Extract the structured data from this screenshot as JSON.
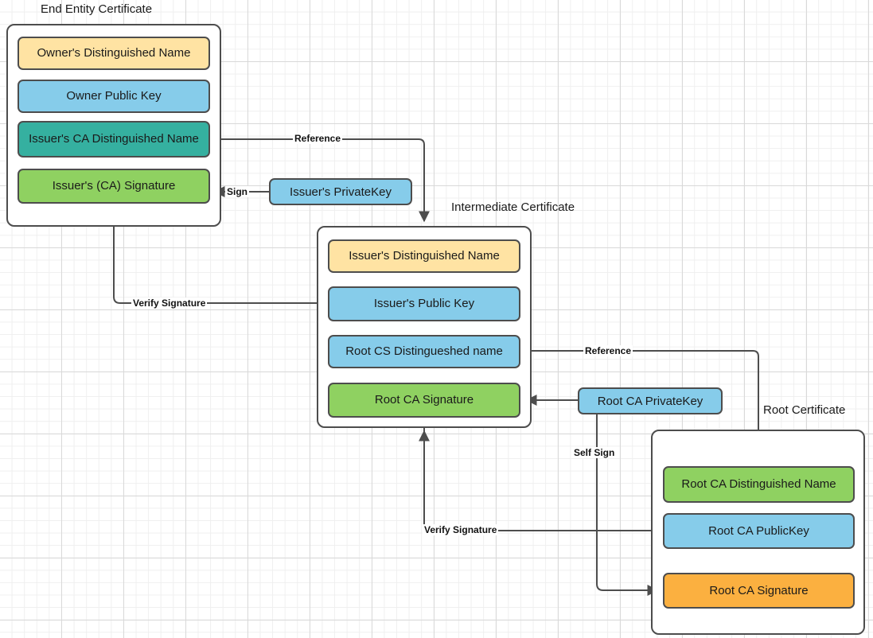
{
  "diagram": {
    "title_hidden": "X.509 Certificate Chain of Trust",
    "background": "#ffffff",
    "grid_minor_color": "#efefef",
    "grid_major_color": "#d9d9d9",
    "stroke_color": "#4d4d4d"
  },
  "colors": {
    "yellow": "#ffe3a3",
    "blue": "#86ccea",
    "teal": "#35b0a0",
    "green": "#92d050",
    "green_light": "#8fd161",
    "orange": "#fbb040"
  },
  "certificates": [
    {
      "id": "end-entity",
      "title": "End Entity Certificate",
      "fields": [
        {
          "label": "Owner's Distinguished Name",
          "color": "#ffe3a3"
        },
        {
          "label": "Owner Public  Key",
          "color": "#86ccea"
        },
        {
          "label": "Issuer's CA Distinguished Name",
          "color": "#35b0a0"
        },
        {
          "label": "Issuer's (CA) Signature",
          "color": "#8fd161"
        }
      ]
    },
    {
      "id": "intermediate",
      "title": "Intermediate Certificate",
      "fields": [
        {
          "label": "Issuer's Distinguished Name",
          "color": "#ffe3a3"
        },
        {
          "label": "Issuer's Public  Key",
          "color": "#86ccea"
        },
        {
          "label": "Root CS Distingueshed name",
          "color": "#86ccea"
        },
        {
          "label": "Root CA Signature",
          "color": "#8fd161"
        }
      ]
    },
    {
      "id": "root",
      "title": "Root Certificate",
      "fields": [
        {
          "label": "Root CA Distinguished Name",
          "color": "#8fd161"
        },
        {
          "label": "Root CA PublicKey",
          "color": "#86ccea"
        },
        {
          "label": "Root CA Signature",
          "color": "#fbb040"
        }
      ]
    }
  ],
  "keys": [
    {
      "id": "issuer-private-key",
      "label": "Issuer's PrivateKey",
      "color": "#86ccea"
    },
    {
      "id": "root-ca-private-key",
      "label": "Root CA PrivateKey",
      "color": "#86ccea"
    }
  ],
  "edges": [
    {
      "id": "reference-end-to-intermediate",
      "label": "Reference"
    },
    {
      "id": "sign-end-entity",
      "label": "Sign"
    },
    {
      "id": "verify-signature-end-entity",
      "label": "Verify Signature"
    },
    {
      "id": "reference-intermediate-to-root",
      "label": "Reference"
    },
    {
      "id": "self-sign-root",
      "label": "Self Sign"
    },
    {
      "id": "verify-signature-intermediate",
      "label": "Verify Signature"
    }
  ]
}
